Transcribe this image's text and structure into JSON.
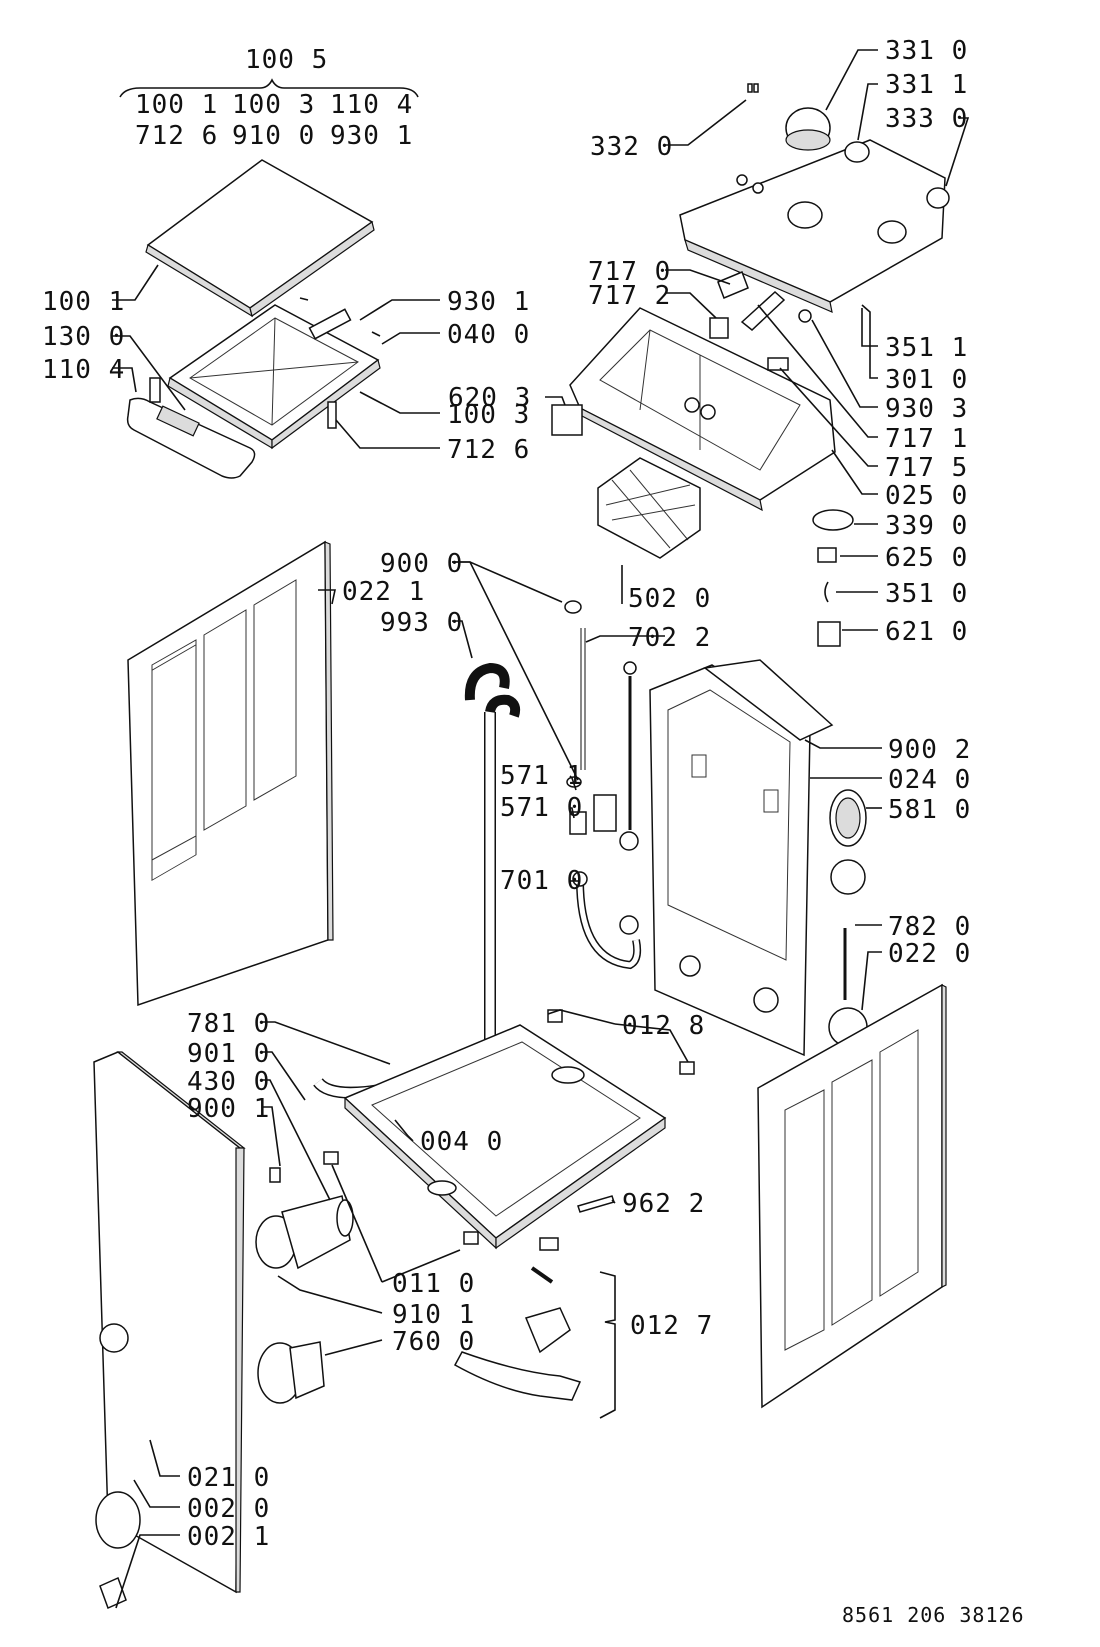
{
  "diagram": {
    "document_code": "8561 206 38126",
    "group_label": "100 5",
    "group_items": [
      "100 1",
      "100 3",
      "110 4",
      "712 6",
      "910 0",
      "930 1"
    ],
    "callouts": {
      "p331_0": "331 0",
      "p331_1": "331 1",
      "p333_0": "333 0",
      "p332_0": "332 0",
      "p717_0": "717 0",
      "p717_2": "717 2",
      "p930_1": "930 1",
      "p100_1": "100 1",
      "p040_0": "040 0",
      "p130_0": "130 0",
      "p110_4": "110 4",
      "p620_3": "620 3",
      "p100_3": "100 3",
      "p712_6": "712 6",
      "p351_1": "351 1",
      "p301_0": "301 0",
      "p930_3": "930 3",
      "p717_1": "717 1",
      "p717_5": "717 5",
      "p025_0": "025 0",
      "p339_0": "339 0",
      "p625_0": "625 0",
      "p351_0": "351 0",
      "p621_0": "621 0",
      "p900_0": "900 0",
      "p022_1": "022 1",
      "p993_0": "993 0",
      "p502_0": "502 0",
      "p702_2": "702 2",
      "p900_2": "900 2",
      "p571_1": "571 1",
      "p571_0": "571 0",
      "p024_0": "024 0",
      "p581_0": "581 0",
      "p701_0": "701 0",
      "p782_0": "782 0",
      "p022_0": "022 0",
      "p781_0": "781 0",
      "p012_8": "012 8",
      "p901_0": "901 0",
      "p430_0": "430 0",
      "p900_1": "900 1",
      "p004_0": "004 0",
      "p962_2": "962 2",
      "p011_0": "011 0",
      "p910_1": "910 1",
      "p760_0": "760 0",
      "p012_7": "012 7",
      "p021_0": "021 0",
      "p002_0": "002 0",
      "p002_1": "002 1"
    },
    "colors": {
      "line": "#111111",
      "part_fill": "#ffffff",
      "shade": "#dcdcdc"
    }
  }
}
